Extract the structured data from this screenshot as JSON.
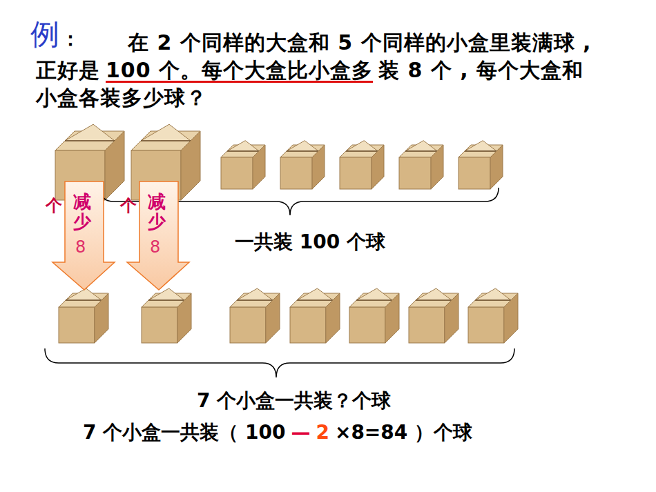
{
  "diagram": {
    "nodes": [
      {
        "text": [
          "个",
          "减少",
          "8"
        ]
      },
      {
        "text": [
          "个",
          "减少",
          "8"
        ]
      }
    ],
    "labels": [
      "例",
      "：",
      "在 2 个同样的大盒和 5 个同样的小盒里装满球 , 正好是",
      "100 个。每个大盒比小盒多",
      "装 8 个 , 每个大盒和小盒各装多少球？",
      "一共装 100 个球",
      "7 个小盒一共装？个球",
      "7 个小盒一共装（ 100",
      "—",
      "2",
      "×8=84 ）个球"
    ]
  }
}
